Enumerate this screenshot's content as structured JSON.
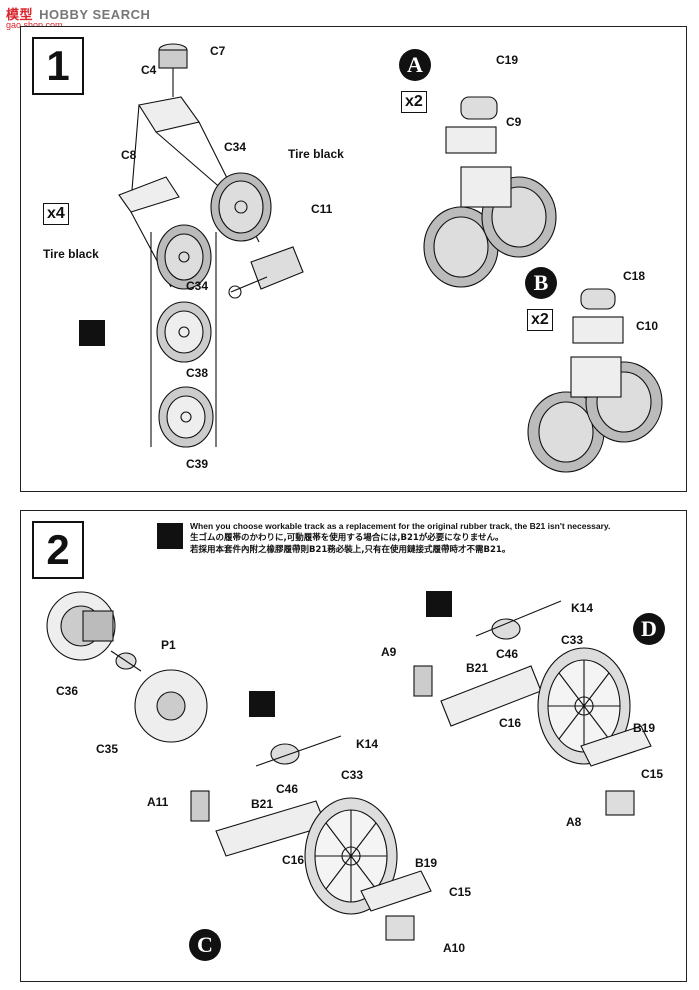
{
  "watermark": {
    "brand_cn": "模型",
    "brand": "HOBBY SEARCH",
    "url": "gao.shop.com"
  },
  "step1": {
    "number": "1",
    "multiplier_left": "x4",
    "paint_tire_top": "Tire black",
    "paint_tire_left": "Tire black",
    "parts": [
      "C7",
      "C4",
      "C34",
      "C8",
      "C11",
      "C34",
      "C38",
      "C39"
    ],
    "subassembly_A": {
      "letter": "A",
      "multiplier": "x2",
      "parts": [
        "C19",
        "C9"
      ]
    },
    "subassembly_B": {
      "letter": "B",
      "multiplier": "x2",
      "parts": [
        "C18",
        "C10"
      ]
    }
  },
  "step2": {
    "number": "2",
    "note_en": "When you choose workable track as a replacement for the original rubber track, the B21 isn't necessary.",
    "note_jp": "生ゴムの履帯のかわりに,可動履帯を使用する場合には,B21が必要になりません。",
    "note_cn": "若採用本套件內附之橡膠履帶則B21務必裝上,只有在使用鏈接式履帶時才不需B21。",
    "sprocket_parts": [
      "P1",
      "C36",
      "C35"
    ],
    "subassembly_C": {
      "letter": "C",
      "parts": [
        "K14",
        "B21",
        "C46",
        "A11",
        "C33",
        "C16",
        "B19",
        "C15",
        "A10"
      ]
    },
    "subassembly_D": {
      "letter": "D",
      "parts": [
        "K14",
        "A9",
        "B21",
        "C46",
        "C33",
        "C16",
        "B19",
        "C15",
        "A8"
      ]
    }
  }
}
